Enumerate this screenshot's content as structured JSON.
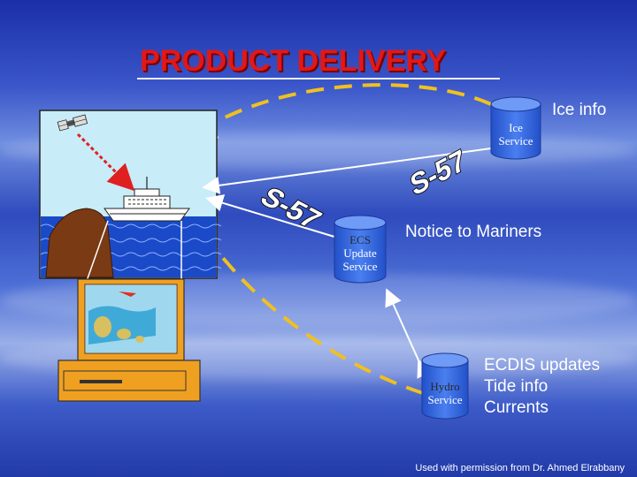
{
  "title": "PRODUCT DELIVERY",
  "nodes": {
    "ice_service": {
      "line1": "Ice",
      "line2": "Service"
    },
    "ecs_update": {
      "line1": "ECS",
      "line2": "Update",
      "line3": "Service"
    },
    "hydro_service": {
      "line1": "Hydro",
      "line2": "Service"
    }
  },
  "labels": {
    "ice_info": "Ice info",
    "notice_to_mariners": "Notice to Mariners",
    "ecdis_updates": "ECDIS updates",
    "tide_info": "Tide info",
    "currents": "Currents"
  },
  "standard_badges": [
    "S-57",
    "S-57"
  ],
  "footer": "Used with permission from Dr. Ahmed Elrabbany",
  "colors": {
    "title": "#e01818",
    "dashed_arrow": "#f0c020",
    "cylinder": "#2e60d8",
    "red_link": "#e02020"
  }
}
